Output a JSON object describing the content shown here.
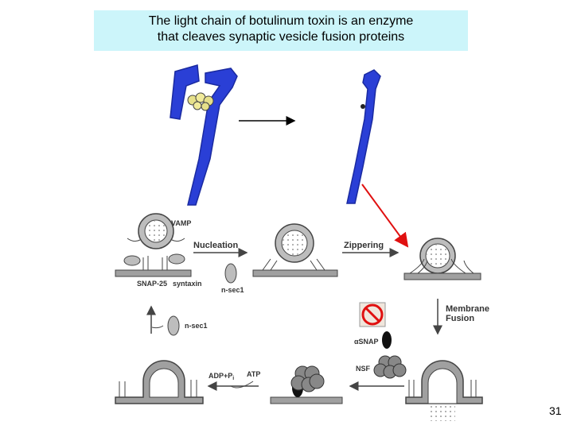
{
  "title": {
    "line1": "The light chain of botulinum toxin is an enzyme",
    "line2": "that cleaves synaptic vesicle fusion proteins"
  },
  "slide_number": "31",
  "labels": {
    "vamp": "VAMP",
    "nucleation": "Nucleation",
    "zippering": "Zippering",
    "snap25": "SNAP-25",
    "syntaxin": "syntaxin",
    "nsec1_a": "n-sec1",
    "nsec1_b": "n-sec1",
    "membrane": "Membrane",
    "fusion": "Fusion",
    "alpha_snap": "αSNAP",
    "nsf": "NSF",
    "adp": "ADP+P",
    "adp_sub": "i",
    "atp": "ATP"
  },
  "colors": {
    "title_bg": "#ccf5fa",
    "protein_blue": "#2a3fd6",
    "red_arrow": "#e01010",
    "membrane_gray": "#a0a0a0",
    "vesicle_gray": "#bdbdbd"
  }
}
